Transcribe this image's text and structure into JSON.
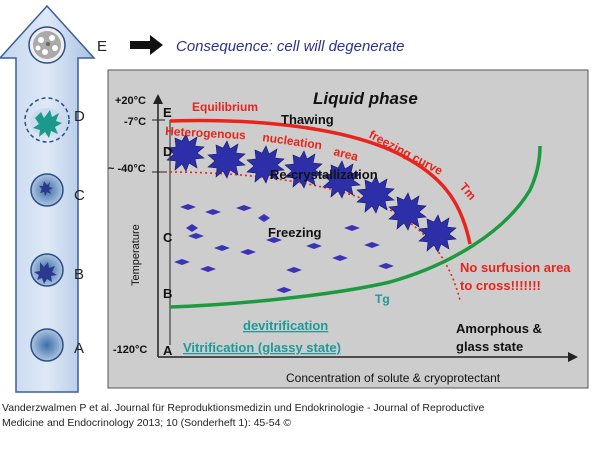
{
  "header": {
    "stage_label": "E",
    "consequence": "Consequence: cell will degenerate"
  },
  "stages": [
    {
      "label": "A"
    },
    {
      "label": "B"
    },
    {
      "label": "C"
    },
    {
      "label": "D"
    },
    {
      "label": "E"
    }
  ],
  "diagram": {
    "title": "Liquid phase",
    "y_axis_label": "Temperature",
    "x_axis_label": "Concentration of solute & cryoprotectant",
    "temperatures": [
      "+20°C",
      "-7°C",
      "~ -40°C",
      "-120°C"
    ],
    "axis_letters": [
      "E",
      "D",
      "C",
      "B",
      "A"
    ],
    "curve_labels": {
      "equilibrium": "Equilibrium",
      "thawing": "Thawing",
      "heterogenous": "Heterogenous",
      "nucleation": "nucleation",
      "area": "area",
      "freezing_curve": "freezing curve",
      "tm": "Tm",
      "recrystallization": "Re-crystallization",
      "freezing": "Freezing",
      "tg": "Tg",
      "no_surfusion_1": "No surfusion area",
      "no_surfusion_2": "to cross!!!!!!!",
      "devitrification": "devitrification",
      "vitrification": "Vitrification (glassy state)",
      "amorphous_1": "Amorphous &",
      "amorphous_2": "glass state"
    },
    "colors": {
      "panel": "#cdcdcd",
      "freezing_curve": "#e8241c",
      "tg_curve": "#1d9a3f",
      "crystals": "#2c2fa8",
      "teal_text": "#1d9a9a",
      "consequence_text": "#2e3192",
      "arrow": "#a8c2e6"
    }
  },
  "caption": {
    "line1": "Vanderzwalmen P et al. Journal für Reproduktionsmedizin und Endokrinologie - Journal of Reproductive",
    "line2": "Medicine and Endocrinology 2013; 10 (Sonderheft 1): 45-54 ©"
  }
}
